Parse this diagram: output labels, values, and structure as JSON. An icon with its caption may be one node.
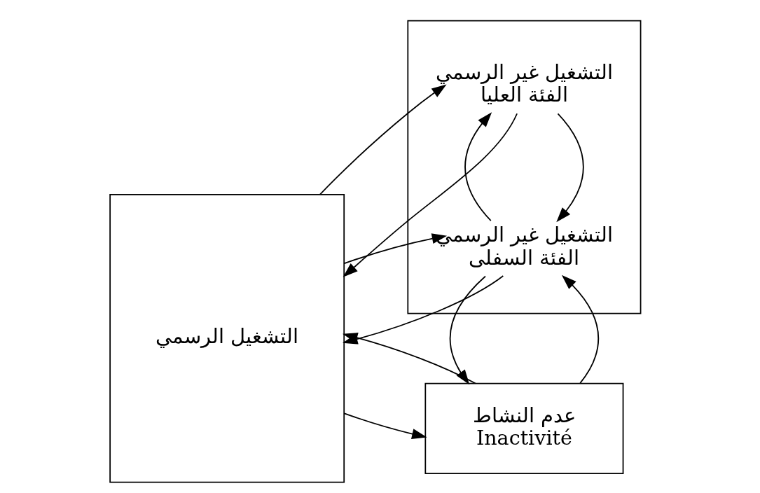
{
  "diagram": {
    "nodes": [
      {
        "text": [
          "التشغيل الرسمي"
        ]
      },
      {
        "text": [],
        "shape": "box"
      },
      {
        "text": [
          "التشغيل غير الرسمي",
          "الفئة العليا"
        ],
        "in": 1
      },
      {
        "text": [
          "التشغيل غير الرسمي",
          "الفئة السفلى"
        ],
        "in": 1
      },
      {
        "text": [
          "عدم النشاط",
          "Inactivité"
        ]
      }
    ],
    "edges": [
      {
        "from": 0,
        "to": 2,
        "arrow": "to"
      },
      {
        "from": 2,
        "to": 0,
        "arrow": "to"
      },
      {
        "from": 0,
        "to": 3,
        "arrow": "to"
      },
      {
        "from": 3,
        "to": 0,
        "arrow": "to"
      },
      {
        "from": 2,
        "to": 3,
        "arrow": "to"
      },
      {
        "from": 3,
        "to": 2,
        "arrow": "to"
      },
      {
        "from": 0,
        "to": 4,
        "arrow": "to"
      },
      {
        "from": 4,
        "to": 0,
        "arrow": "to"
      },
      {
        "from": 4,
        "to": 3,
        "arrow": "to"
      },
      {
        "from": 3,
        "to": 4,
        "arrow": "to"
      }
    ]
  }
}
